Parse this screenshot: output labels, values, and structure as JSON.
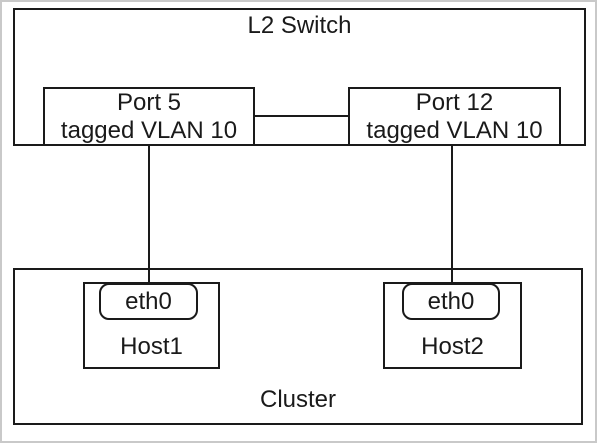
{
  "colors": {
    "stroke": "#1a1a1a",
    "outer_frame": "#c9c9c9",
    "background": "#ffffff",
    "text": "#1a1a1a"
  },
  "switch": {
    "label": "L2 Switch",
    "ports": [
      {
        "name": "Port 5",
        "vlan": "tagged VLAN 10"
      },
      {
        "name": "Port 12",
        "vlan": "tagged VLAN 10"
      }
    ]
  },
  "cluster": {
    "label": "Cluster",
    "hosts": [
      {
        "name": "Host1",
        "interface": "eth0"
      },
      {
        "name": "Host2",
        "interface": "eth0"
      }
    ]
  }
}
